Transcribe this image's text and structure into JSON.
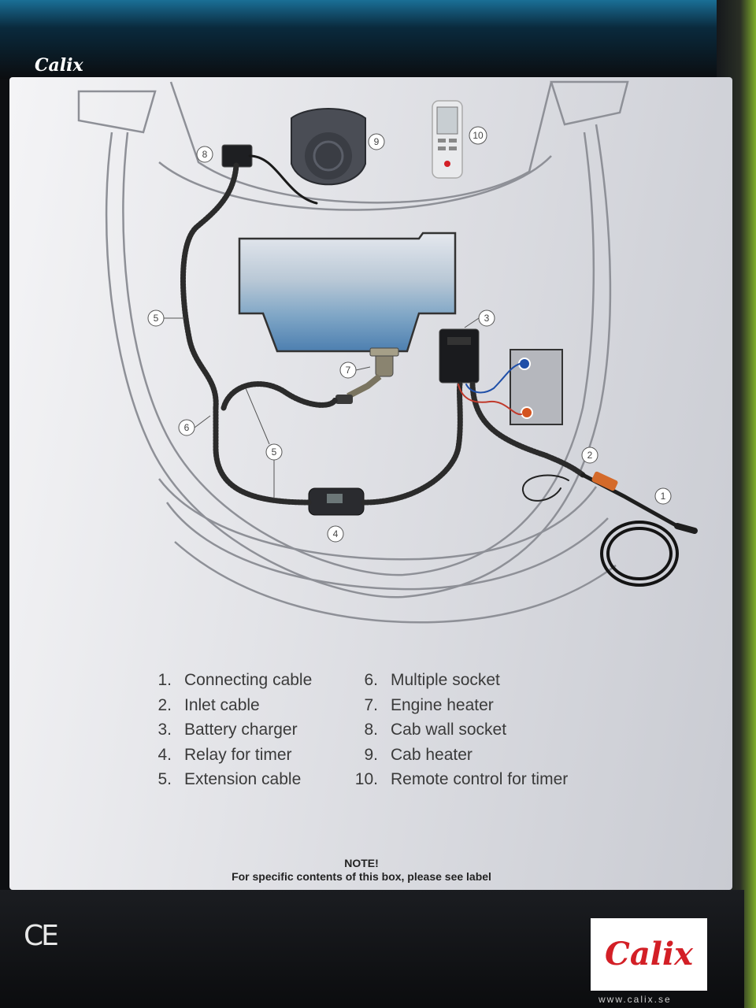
{
  "brand": {
    "name": "Calix",
    "website": "www.calix.se"
  },
  "diagram_labels": [
    "8",
    "9",
    "10",
    "5",
    "3",
    "7",
    "6",
    "5",
    "2",
    "1",
    "4"
  ],
  "legend": {
    "left": [
      {
        "n": "1.",
        "text": "Connecting cable"
      },
      {
        "n": "2.",
        "text": "Inlet cable"
      },
      {
        "n": "3.",
        "text": "Battery charger"
      },
      {
        "n": "4.",
        "text": "Relay for timer"
      },
      {
        "n": "5.",
        "text": "Extension cable"
      }
    ],
    "right": [
      {
        "n": "6.",
        "text": "Multiple socket"
      },
      {
        "n": "7.",
        "text": "Engine heater"
      },
      {
        "n": "8.",
        "text": "Cab wall socket"
      },
      {
        "n": "9.",
        "text": "Cab heater"
      },
      {
        "n": "10.",
        "text": "Remote control for timer"
      }
    ]
  },
  "note": {
    "title": "NOTE!",
    "text": "For specific contents of this box, please see label"
  },
  "certification": "CE",
  "colors": {
    "logo_red": "#d31f26",
    "cable": "#2b2b2b",
    "wire_red": "#c0392b",
    "wire_blue": "#1f4fa8"
  }
}
